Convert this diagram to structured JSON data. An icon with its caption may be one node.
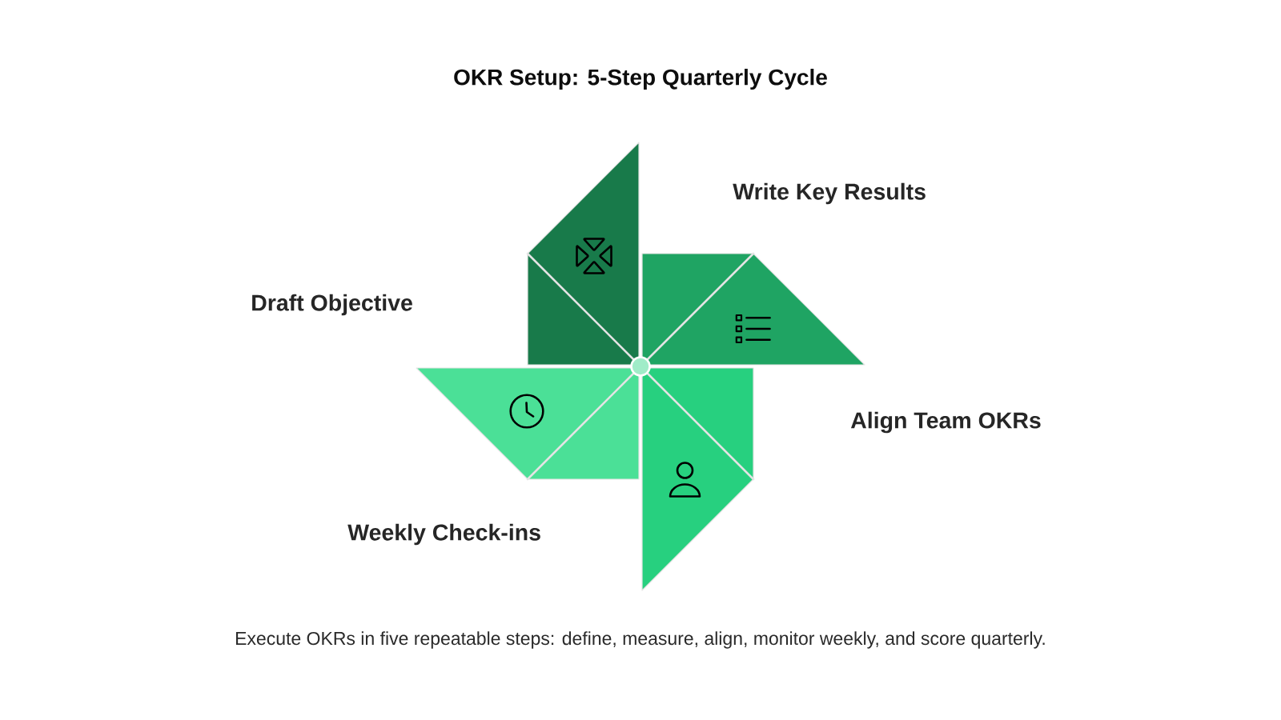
{
  "diagram": {
    "title": "OKR Setup: 5-Step Quarterly Cycle",
    "labels": [
      "Write Key Results",
      "Draft Objective",
      "Align Team OKRs",
      "Weekly Check-ins"
    ],
    "caption": "Execute OKRs in five repeatable steps: define, measure, align, monitor weekly, and score quarterly."
  }
}
